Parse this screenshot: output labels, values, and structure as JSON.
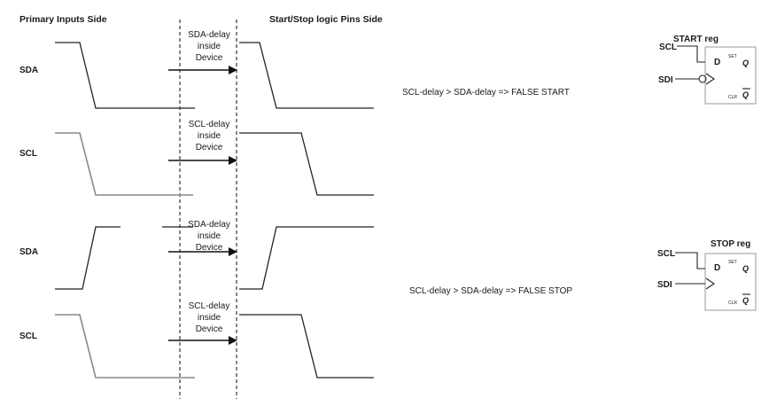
{
  "headers": {
    "left": "Primary Inputs Side",
    "right": "Start/Stop logic Pins Side"
  },
  "signals": {
    "sda_1": "SDA",
    "scl_1": "SCL",
    "sda_2": "SDA",
    "scl_2": "SCL"
  },
  "delays": {
    "d1": [
      "SDA-delay",
      "inside",
      "Device"
    ],
    "d2": [
      "SCL-delay",
      "inside",
      "Device"
    ],
    "d3": [
      "SDA-delay",
      "inside",
      "Device"
    ],
    "d4": [
      "SCL-delay",
      "inside",
      "Device"
    ]
  },
  "notes": {
    "false_start": "SCL-delay > SDA-delay => FALSE START",
    "false_stop": "SCL-delay > SDA-delay => FALSE STOP"
  },
  "start_reg": {
    "title": "START reg",
    "in_scl": "SCL",
    "in_sdi": "SDI",
    "pin_d": "D",
    "pin_set": "SET",
    "pin_q": "Q",
    "pin_clr": "CLR",
    "pin_qbar": "Q"
  },
  "stop_reg": {
    "title": "STOP reg",
    "in_scl": "SCL",
    "in_sdi": "SDI",
    "pin_d": "D",
    "pin_set": "SET",
    "pin_q": "Q",
    "pin_clr": "CLR",
    "pin_qbar": "Q"
  }
}
